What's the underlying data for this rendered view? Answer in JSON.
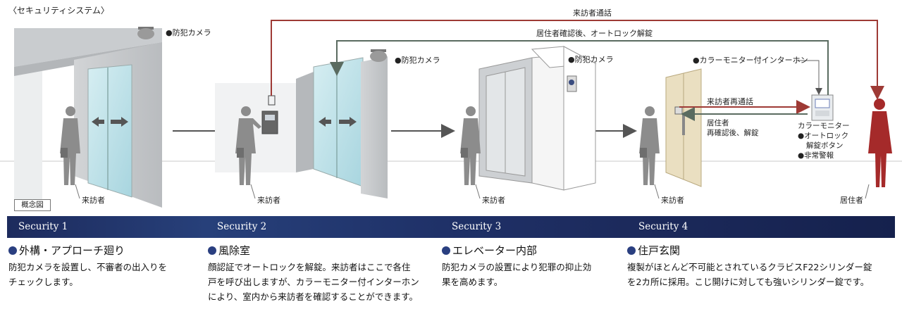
{
  "diagram": {
    "title": "〈セキュリティシステム〉",
    "concept_label": "概念図",
    "camera_label": "●防犯カメラ",
    "visitor_label": "来訪者",
    "resident_label": "居住者",
    "visitor_call": "来訪者通話",
    "after_confirm_unlock": "居住者確認後、オートロック解錠",
    "intercom_label": "●カラーモニター付インターホン",
    "recall": "来訪者再通話",
    "reconfirm_line1": "居住者",
    "reconfirm_line2": "再確認後、解錠",
    "monitor_label": "カラーモニター",
    "autolock_btn_line1": "●オートロック",
    "autolock_btn_line2": "解錠ボタン",
    "alarm_label": "●非常警報",
    "colors": {
      "arrow_red": "#9e3a35",
      "arrow_gray": "#5a6b60",
      "resident": "#a52a2a",
      "person": "#8c8c8c",
      "glass": "#bfe3ea",
      "door": "#eadfc1"
    }
  },
  "bar": {
    "s1": "Security 1",
    "s2": "Security 2",
    "s3": "Security 3",
    "s4": "Security 4"
  },
  "sections": {
    "s1": {
      "heading": "外構・アプローチ廻り",
      "lines": [
        "防犯カメラを設置し、不審者の出入りを",
        "チェックします。"
      ]
    },
    "s2": {
      "heading": "風除室",
      "lines": [
        "顔認証でオートロックを解錠。来訪者はここで各住",
        "戸を呼び出しますが、カラーモニター付インターホン",
        "により、室内から来訪者を確認することができます。"
      ]
    },
    "s3": {
      "heading": "エレベーター内部",
      "lines": [
        "防犯カメラの設置により犯罪の抑止効",
        "果を高めます。"
      ]
    },
    "s4": {
      "heading": "住戸玄関",
      "lines": [
        "複製がほとんど不可能とされているクラビスF22シリンダー錠",
        "を2カ所に採用。こじ開けに対しても強いシリンダー錠です。"
      ]
    }
  }
}
